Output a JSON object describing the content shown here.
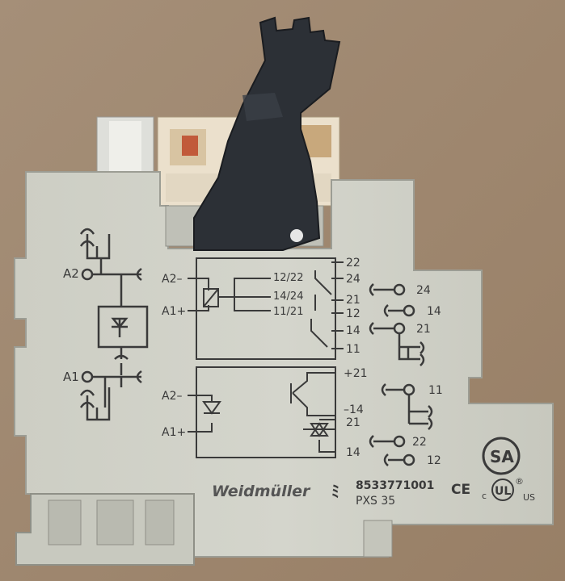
{
  "photo": {
    "brand": "Weidmüller",
    "part_number": "8533771001",
    "model": "PXS 35",
    "marks": {
      "ce": "CE",
      "ul_region": "US",
      "ul_prefix": "c",
      "registered": "®",
      "csa": "SA"
    }
  },
  "diagram": {
    "left": {
      "a2": "A2",
      "a1": "A1"
    },
    "relay_box": {
      "a2": "A2–",
      "a1": "A1+",
      "c1": "12/22",
      "c2": "14/24",
      "c3": "11/21",
      "t22": "22",
      "t24": "24",
      "t21": "21",
      "t12": "12",
      "t14": "14",
      "t11": "11"
    },
    "ssr_box": {
      "a2": "A2–",
      "a1": "A1+",
      "p21": "+21",
      "m14": "–14",
      "t21": "21",
      "t14": "14"
    },
    "right": {
      "n24": "24",
      "n14": "14",
      "n21": "21",
      "n11": "11",
      "n22": "22",
      "n12": "12"
    }
  },
  "colors": {
    "background": "#a08a72",
    "housing": "#cfd0c6",
    "lever": "#2c3036",
    "relay": "#e9dcc6"
  }
}
